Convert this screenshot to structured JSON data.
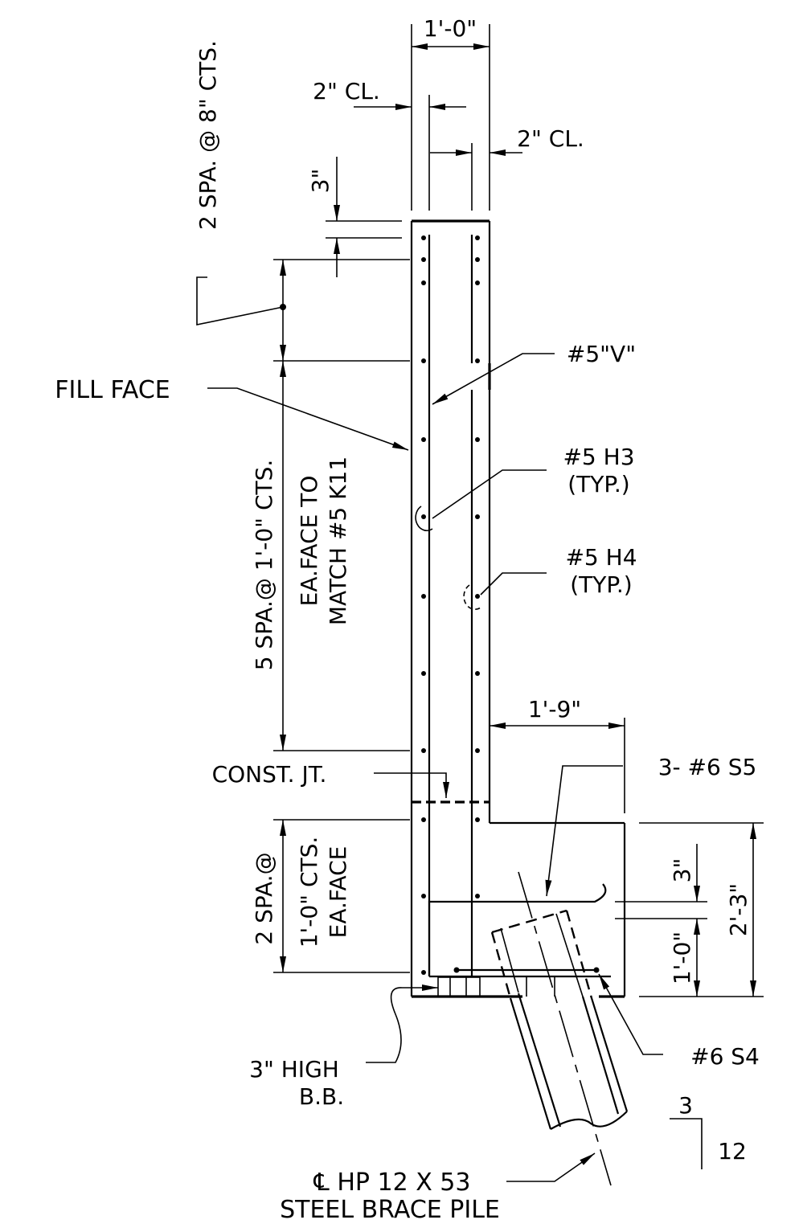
{
  "labels": {
    "dim_1_0": "1'-0\"",
    "clear_left": "2\" CL.",
    "clear_right": "2\" CL.",
    "dim_3_top": "3\"",
    "spa_top": "2 SPA. @ 8\" CTS.",
    "fill_face": "FILL FACE",
    "bar_v": "#5\"V\"",
    "h3_line1": "#5 H3",
    "h3_line2": "(TYP.)",
    "h4_line1": "#5 H4",
    "h4_line2": "(TYP.)",
    "spa_mid_line1": "5 SPA.@ 1'-0\" CTS.",
    "spa_mid_line2": "EA.FACE TO",
    "spa_mid_line3": "MATCH #5 K11",
    "dim_1_9": "1'-9\"",
    "const_jt": "CONST. JT.",
    "s5": "3- #6 S5",
    "spa_bot_line1": "2 SPA.@",
    "spa_bot_line2": "1'-0\" CTS.",
    "spa_bot_line3": "EA.FACE",
    "dim_3_bot": "3\"",
    "dim_1_0_bot": "1'-0\"",
    "dim_2_3": "2'-3\"",
    "s4": "#6 S4",
    "bb_line1": "3\" HIGH",
    "bb_line2": "B.B.",
    "pile_line1": "℄ HP 12 X 53",
    "pile_line2": "STEEL BRACE PILE",
    "slope_rise": "3",
    "slope_run": "12"
  }
}
